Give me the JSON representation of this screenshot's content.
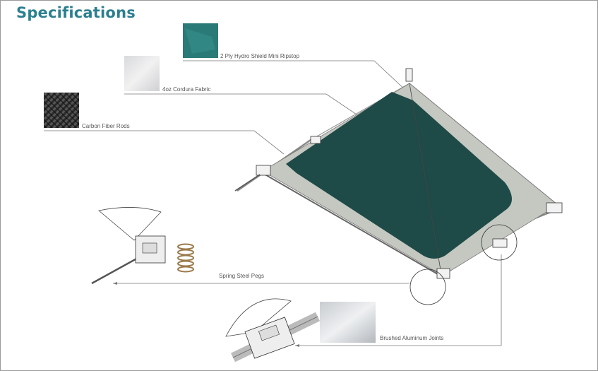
{
  "page": {
    "title": "Specifications"
  },
  "callouts": [
    {
      "id": "ripstop",
      "label": "2 Ply Hydro Shield Mini Ripstop"
    },
    {
      "id": "cordura",
      "label": "4oz Cordura Fabric"
    },
    {
      "id": "carbon",
      "label": "Carbon Fiber Rods"
    },
    {
      "id": "pegs",
      "label": "Spring Steel Pegs"
    },
    {
      "id": "joints",
      "label": "Brushed Aluminum Joints"
    }
  ],
  "colors": {
    "title": "#2b7f8f",
    "tarp": "#1e4a47",
    "border": "#c4c8c0"
  }
}
